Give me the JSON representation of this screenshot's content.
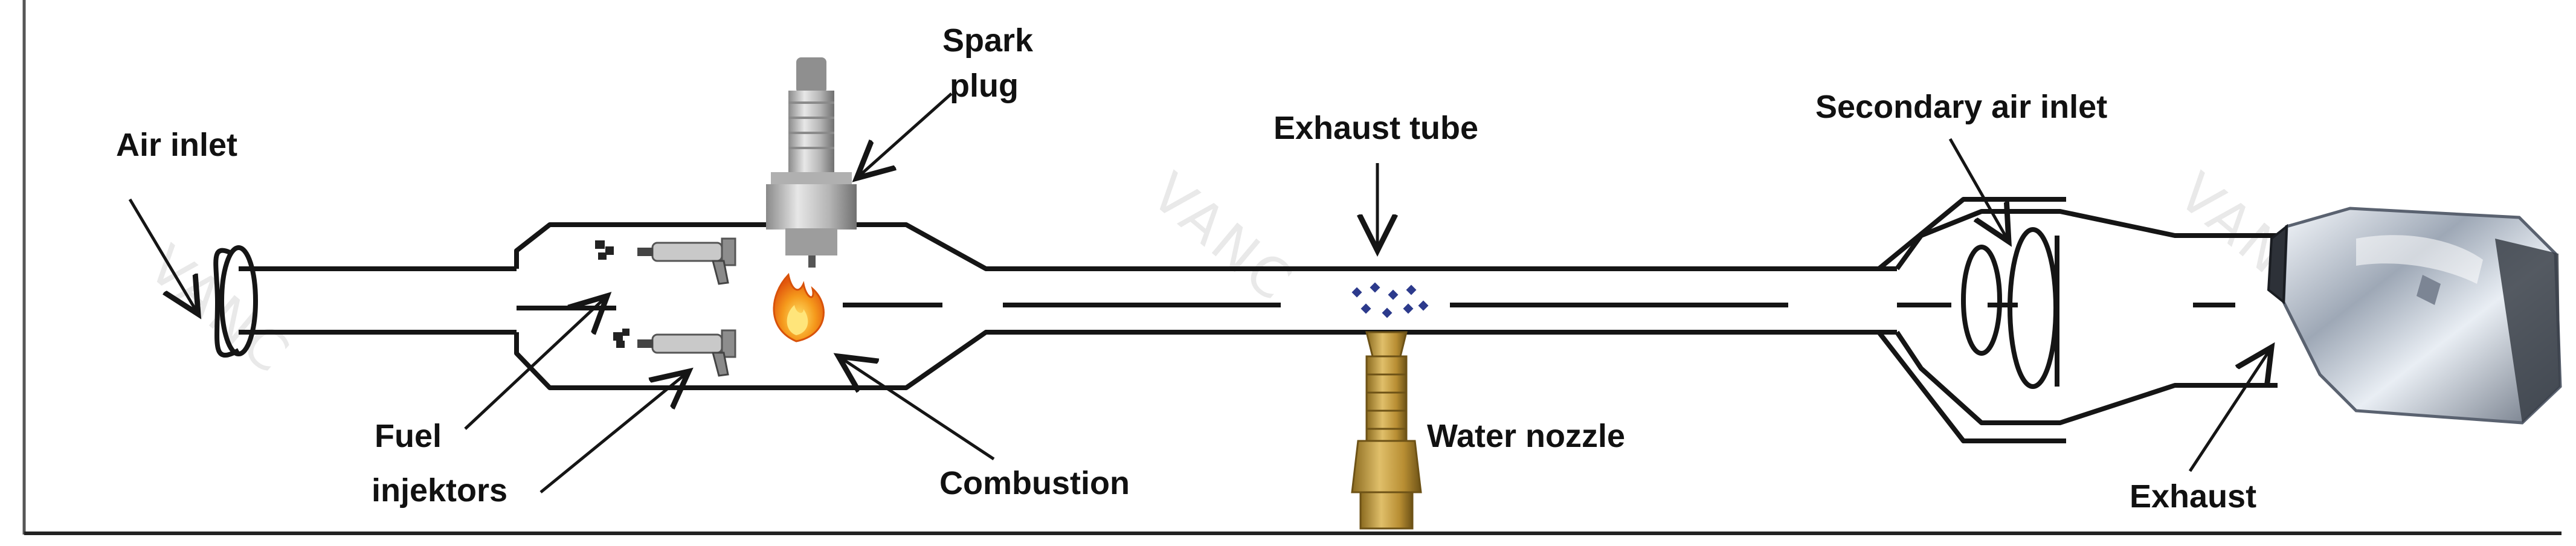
{
  "labels": {
    "air_inlet": "Air inlet",
    "spark_plug_line1": "Spark",
    "spark_plug_line2": "plug",
    "exhaust_tube": "Exhaust tube",
    "secondary_air_inlet": "Secondary air inlet",
    "fuel_injectors_line1": "Fuel",
    "fuel_injectors_line2": "injektors",
    "combustion": "Combustion",
    "water_nozzle": "Water nozzle",
    "exhaust": "Exhaust"
  },
  "colors": {
    "line": "#151515",
    "flame_outer": "#f07a12",
    "flame_inner": "#ffd23a",
    "brass": "#c9a24a",
    "chrome": "#cfd6e0",
    "water_drops": "#2c3a8c"
  },
  "icons": {
    "spark_plug": "spark-plug-icon",
    "flame": "flame-icon",
    "injector": "fuel-injector-icon",
    "nozzle": "water-nozzle-icon",
    "exhaust_tip": "exhaust-tip-icon"
  }
}
